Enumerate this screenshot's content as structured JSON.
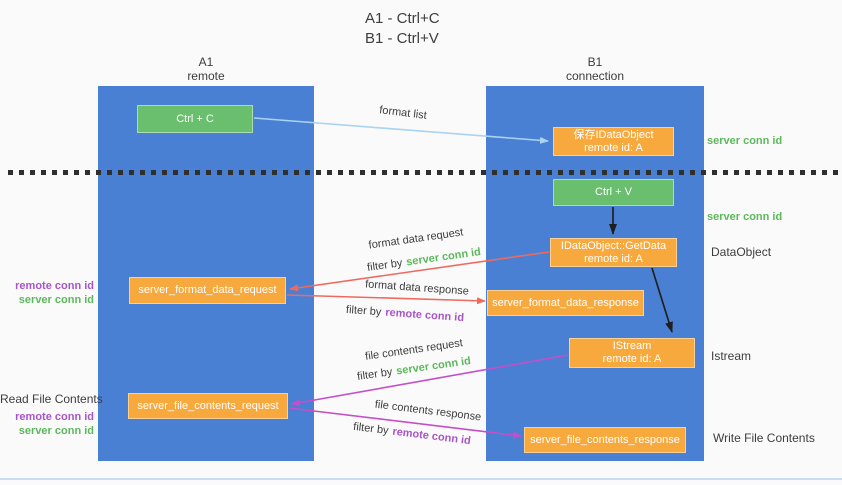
{
  "title": {
    "line1": "A1 - Ctrl+C",
    "line2": "B1 - Ctrl+V"
  },
  "lanes": {
    "left": {
      "title": "A1",
      "subtitle": "remote"
    },
    "right": {
      "title": "B1",
      "subtitle": "connection"
    }
  },
  "nodes": {
    "ctrl_c": {
      "label": "Ctrl + C"
    },
    "ctrl_v": {
      "label": "Ctrl + V"
    },
    "save_dataobject": {
      "line1": "保存IDataObject",
      "line2": "remote id: A"
    },
    "getdata": {
      "line1": "IDataObject::GetData",
      "line2": "remote id: A"
    },
    "istream": {
      "line1": "IStream",
      "line2": "remote id: A"
    },
    "format_request": {
      "label": "server_format_data_request"
    },
    "format_response": {
      "label": "server_format_data_response"
    },
    "file_request": {
      "label": "server_file_contents_request"
    },
    "file_response": {
      "label": "server_file_contents_response"
    }
  },
  "flows": {
    "format_list": {
      "label": "format list"
    },
    "format_data_request": {
      "label": "format data request",
      "filter_prefix": "filter by",
      "filter_value": "server conn id"
    },
    "format_data_response": {
      "label": "format data response",
      "filter_prefix": "filter by",
      "filter_value": "remote conn id"
    },
    "file_contents_request": {
      "label": "file contents request",
      "filter_prefix": "filter by",
      "filter_value": "server conn id"
    },
    "file_contents_response": {
      "label": "file contents response",
      "filter_prefix": "filter by",
      "filter_value": "remote conn id"
    }
  },
  "annotations": {
    "server_conn_id_top": "server conn id",
    "server_conn_id_mid": "server conn id",
    "dataobject": "DataObject",
    "istream": "Istream",
    "write_file_contents": "Write File Contents",
    "read_file_contents": "Read File Contents",
    "left_format": {
      "remote": "remote conn id",
      "server": "server conn id"
    },
    "left_file": {
      "remote": "remote conn id",
      "server": "server conn id"
    }
  },
  "colors": {
    "lane_blue": "#4a80d4",
    "node_orange": "#f8a93e",
    "button_green": "#6abf6e",
    "green_text": "#5cb85c",
    "purple_text": "#a855c7",
    "red_arrow": "#ee6a5f",
    "magenta_arrow": "#c44fc8",
    "lightblue_arrow": "#a9d3f0",
    "black_arrow": "#1f1f1f"
  }
}
